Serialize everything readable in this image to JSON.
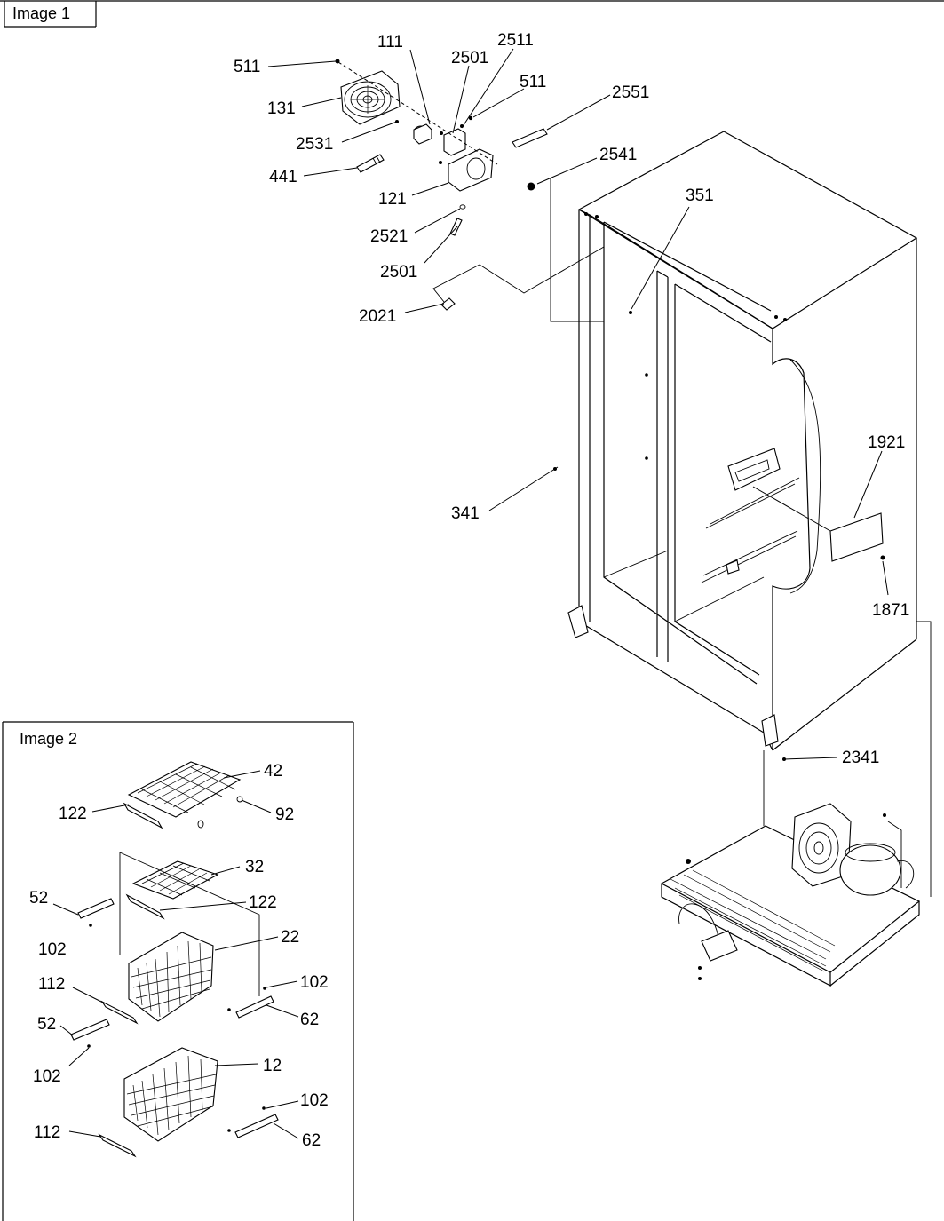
{
  "panels": {
    "image1": {
      "title": "Image 1"
    },
    "image2": {
      "title": "Image 2"
    }
  },
  "callouts": {
    "p511a": "511",
    "p131": "131",
    "p111": "111",
    "p2501a": "2501",
    "p2511": "2511",
    "p511b": "511",
    "p2551": "2551",
    "p2531": "2531",
    "p441": "441",
    "p2541": "2541",
    "p121": "121",
    "p2521": "2521",
    "p2501b": "2501",
    "p2021": "2021",
    "p351": "351",
    "p341": "341",
    "p1921": "1921",
    "p1871": "1871",
    "p2341": "2341",
    "p42": "42",
    "p122a": "122",
    "p92": "92",
    "p32": "32",
    "p52a": "52",
    "p122b": "122",
    "p102a": "102",
    "p22": "22",
    "p112a": "112",
    "p102b": "102",
    "p62a": "62",
    "p52b": "52",
    "p102c": "102",
    "p12": "12",
    "p102d": "102",
    "p112b": "112",
    "p62b": "62"
  }
}
